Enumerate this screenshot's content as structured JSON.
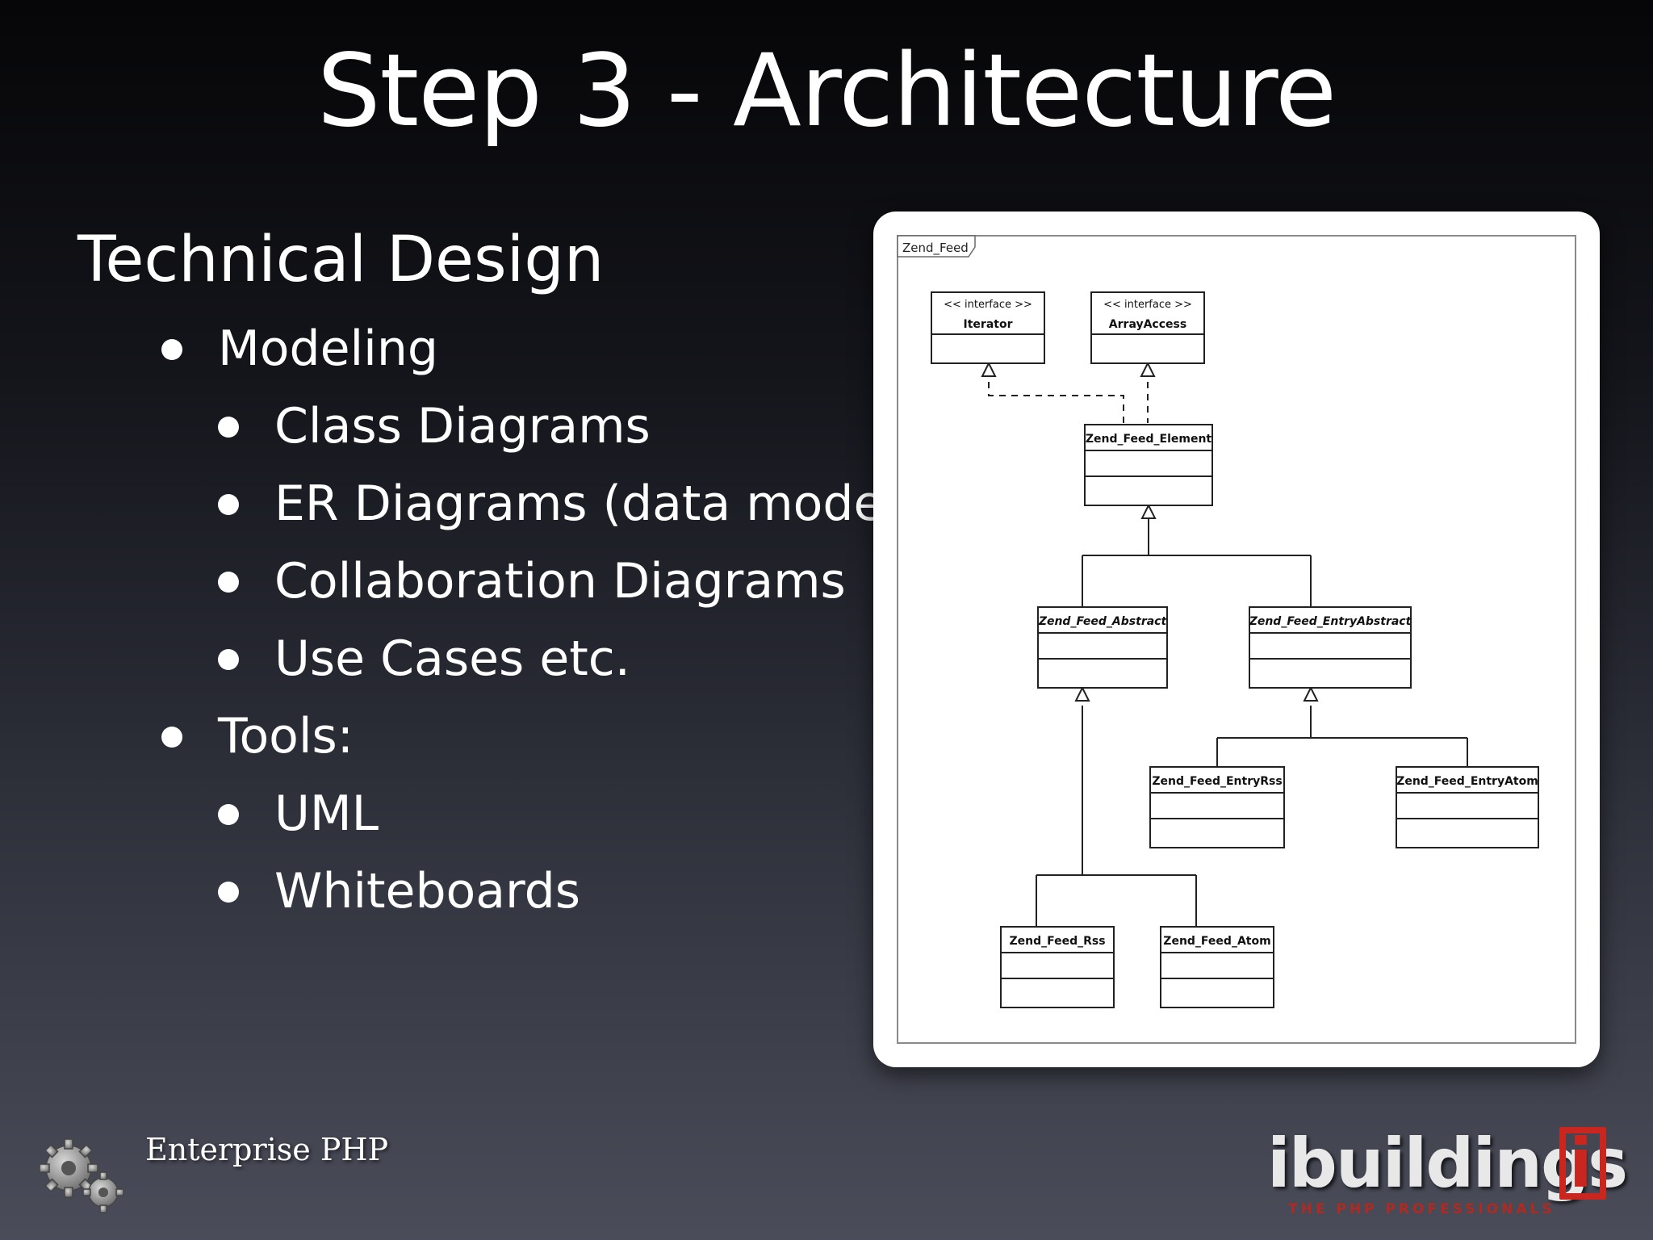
{
  "slide": {
    "title": "Step 3 - Architecture",
    "heading": "Technical Design",
    "bullets": [
      {
        "text": "Modeling",
        "level": 1
      },
      {
        "text": "Class Diagrams",
        "level": 2
      },
      {
        "text": "ER Diagrams (data model)",
        "level": 2
      },
      {
        "text": "Collaboration Diagrams",
        "level": 2
      },
      {
        "text": "Use Cases etc.",
        "level": 2
      },
      {
        "text": "Tools:",
        "level": 1
      },
      {
        "text": "UML",
        "level": 2
      },
      {
        "text": "Whiteboards",
        "level": 2
      }
    ],
    "footer_text": "Enterprise PHP",
    "gear_icon": "gears-icon",
    "brand": {
      "name": "ibuildings",
      "bracket_letter": "i",
      "tagline": "THE PHP PROFESSIONALS",
      "accent_color": "#c8261e"
    }
  },
  "diagram": {
    "package": "Zend_Feed",
    "classes": {
      "iterator": {
        "stereotype": "<< interface >>",
        "name": "Iterator"
      },
      "arrayaccess": {
        "stereotype": "<< interface >>",
        "name": "ArrayAccess"
      },
      "element": {
        "name": "Zend_Feed_Element"
      },
      "abstract": {
        "name": "Zend_Feed_Abstract"
      },
      "entryabstract": {
        "name": "Zend_Feed_EntryAbstract"
      },
      "entryrss": {
        "name": "Zend_Feed_EntryRss"
      },
      "entryatom": {
        "name": "Zend_Feed_EntryAtom"
      },
      "rss": {
        "name": "Zend_Feed_Rss"
      },
      "atom": {
        "name": "Zend_Feed_Atom"
      }
    },
    "relations": [
      {
        "from": "Zend_Feed_Element",
        "to": "Iterator",
        "type": "realization"
      },
      {
        "from": "Zend_Feed_Element",
        "to": "ArrayAccess",
        "type": "realization"
      },
      {
        "from": "Zend_Feed_Abstract",
        "to": "Zend_Feed_Element",
        "type": "generalization"
      },
      {
        "from": "Zend_Feed_EntryAbstract",
        "to": "Zend_Feed_Element",
        "type": "generalization"
      },
      {
        "from": "Zend_Feed_EntryRss",
        "to": "Zend_Feed_EntryAbstract",
        "type": "generalization"
      },
      {
        "from": "Zend_Feed_EntryAtom",
        "to": "Zend_Feed_EntryAbstract",
        "type": "generalization"
      },
      {
        "from": "Zend_Feed_Rss",
        "to": "Zend_Feed_Abstract",
        "type": "generalization"
      },
      {
        "from": "Zend_Feed_Atom",
        "to": "Zend_Feed_Abstract",
        "type": "generalization"
      }
    ]
  }
}
